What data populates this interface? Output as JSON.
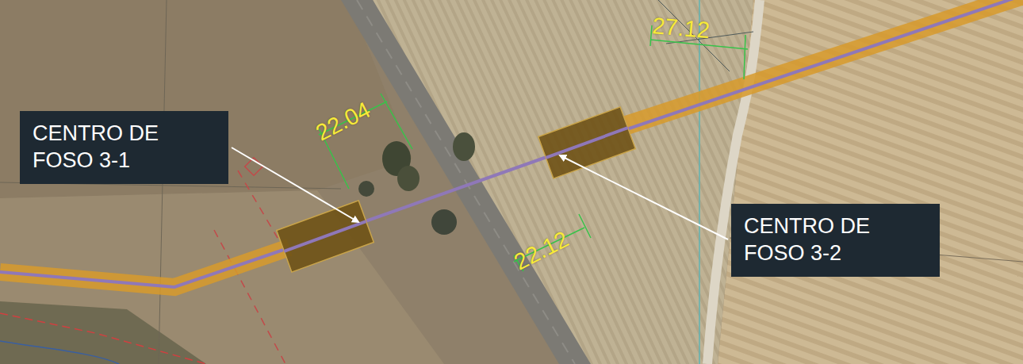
{
  "diagram": {
    "nodes": [
      {
        "text": [
          "CENTRO DE FOSO 3-1"
        ]
      },
      {
        "text": [
          "CENTRO DE FOSO 3-2"
        ]
      }
    ],
    "labels": [
      "22.04",
      "22.12",
      "27.12"
    ]
  }
}
